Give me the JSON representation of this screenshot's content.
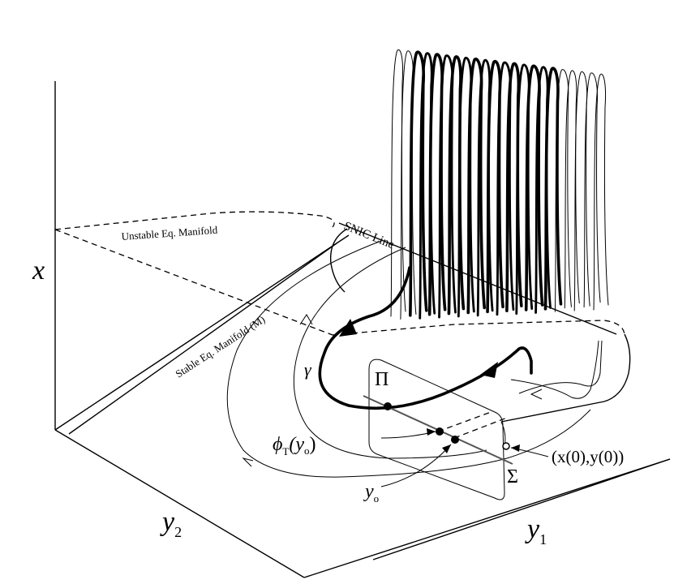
{
  "labels": {
    "axis_x": "x",
    "axis_y1_main": "y",
    "axis_y1_sub": "1",
    "axis_y2_main": "y",
    "axis_y2_sub": "2",
    "unstable_manifold": "Unstable Eq. Manifold",
    "stable_manifold": "Stable Eq. Manifold (M)",
    "snic_line": "SNIC Line",
    "gamma": "γ",
    "pi": "Π",
    "sigma": "Σ",
    "phi_main": "ϕ",
    "phi_sub": "T",
    "phi_arg": "(y",
    "phi_arg_sub": "o",
    "phi_close": ")",
    "y0_main": "y",
    "y0_sub": "o",
    "initial_condition": "(x(0),y(0))"
  }
}
